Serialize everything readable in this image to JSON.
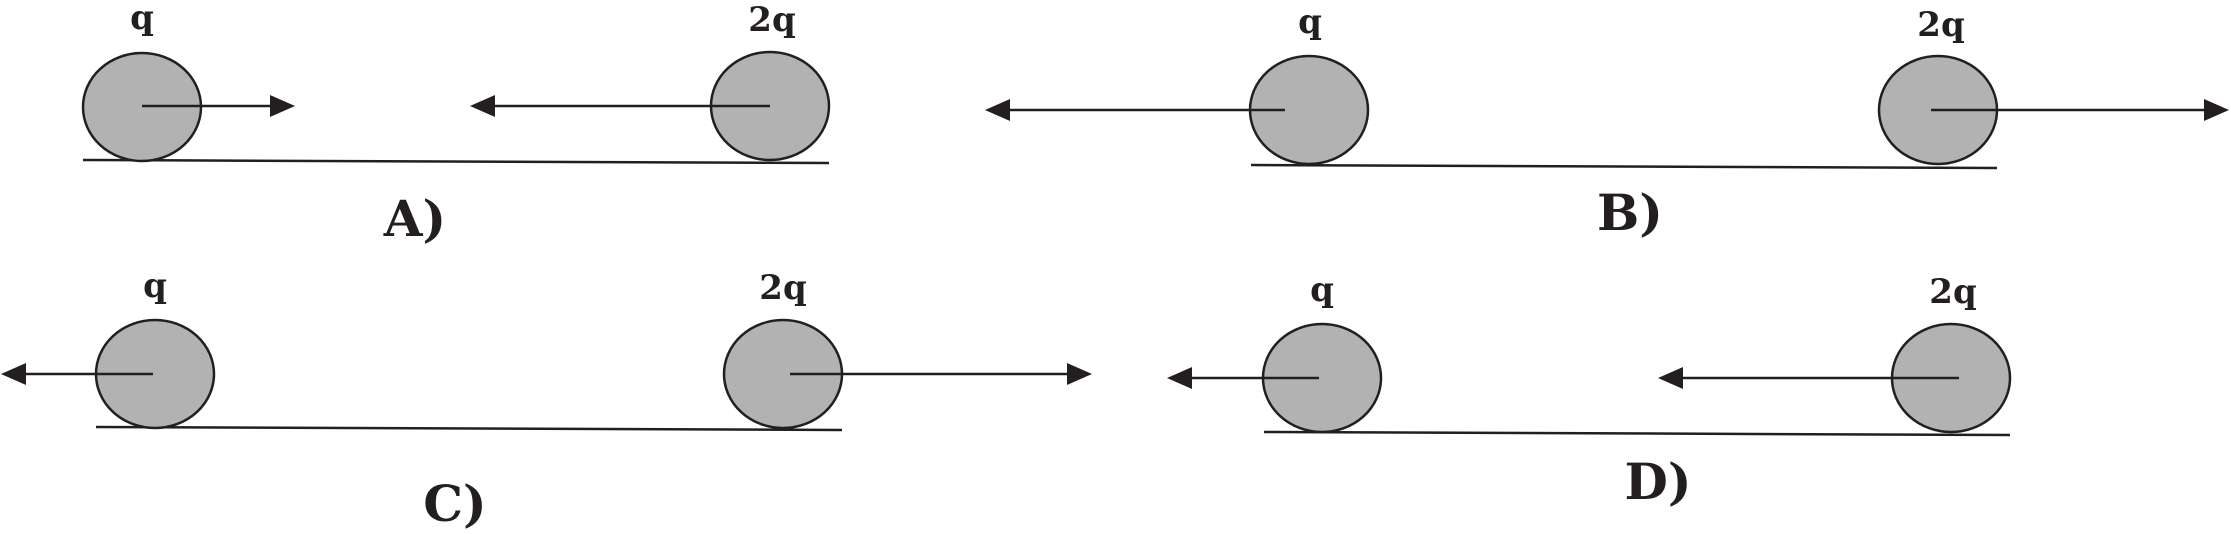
{
  "panels": [
    {
      "option": "A)",
      "left_charge": "q",
      "right_charge": "2q",
      "left_force": "right",
      "right_force": "left"
    },
    {
      "option": "B)",
      "left_charge": "q",
      "right_charge": "2q",
      "left_force": "left",
      "right_force": "right"
    },
    {
      "option": "C)",
      "left_charge": "q",
      "right_charge": "2q",
      "left_force": "left",
      "right_force": "right"
    },
    {
      "option": "D)",
      "left_charge": "q",
      "right_charge": "2q",
      "left_force": "left",
      "right_force": "left"
    }
  ],
  "colors": {
    "ball_fill": "#b2b2b2",
    "ink": "#231f20"
  }
}
